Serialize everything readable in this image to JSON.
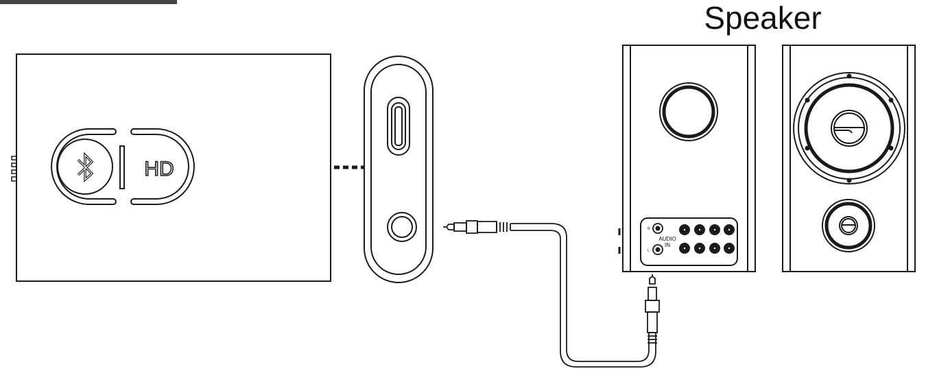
{
  "diagram": {
    "title": "Speaker",
    "hd_label": "HD",
    "audio_in_label_line1": "AUDIO",
    "audio_in_label_line2": "IN",
    "jack_r_label": "R",
    "jack_l_label": "L",
    "colors": {
      "line": "#1a1a1a",
      "tab": "#444444",
      "background": "#ffffff"
    }
  }
}
